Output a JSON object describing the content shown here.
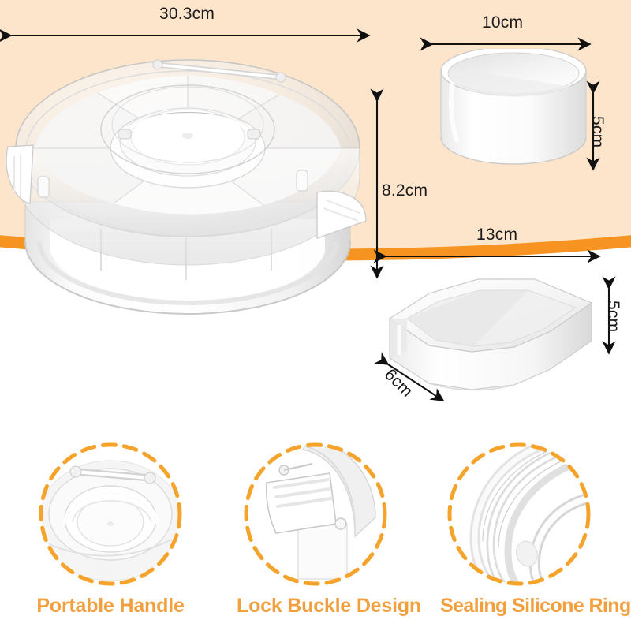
{
  "palette": {
    "background": "#ffffff",
    "panel_fill": "#FDE5CB",
    "panel_stroke": "#F79421",
    "label_orange": "#F2A03D",
    "dash_orange": "#F5A32B",
    "dim_text": "#1a1a1a",
    "product_white": "#ffffff",
    "product_shadow": "#d8d8d8"
  },
  "dimensions": {
    "tray_width": "30.3cm",
    "tray_height": "8.2cm",
    "bowl_width": "10cm",
    "bowl_height": "5cm",
    "wedge_width": "13cm",
    "wedge_height": "5cm",
    "wedge_depth": "6cm"
  },
  "products": {
    "tray": {
      "name": "round-snack-tray-with-lid"
    },
    "bowl": {
      "name": "round-insert-bowl"
    },
    "wedge": {
      "name": "fan-shaped-insert-tray"
    }
  },
  "features": [
    {
      "label": "Portable Handle",
      "icon": "handle-closeup"
    },
    {
      "label": "Lock Buckle Design",
      "icon": "buckle-closeup"
    },
    {
      "label": "Sealing Silicone Ring",
      "icon": "silicone-ring-closeup"
    }
  ]
}
